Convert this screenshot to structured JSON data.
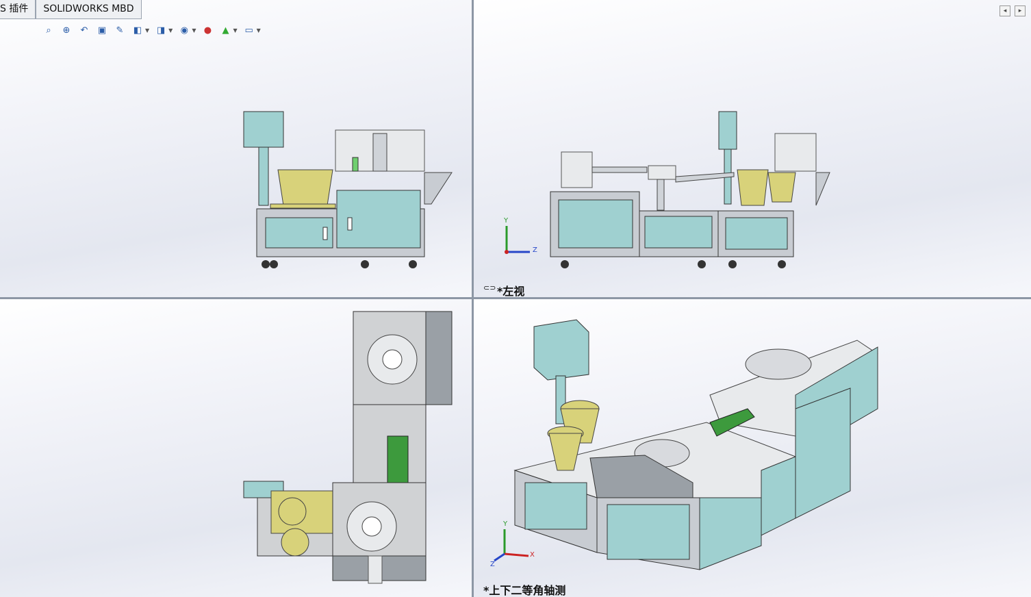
{
  "tabs": [
    "S 插件",
    "SOLIDWORKS MBD"
  ],
  "toolbar": {
    "icons": [
      "zoom-to-fit-icon",
      "zoom-to-area-icon",
      "previous-view-icon",
      "section-view-icon",
      "dynamic-annotation-icon",
      "view-orientation-icon",
      "display-style-icon",
      "hide-show-items-icon",
      "edit-appearance-icon",
      "apply-scene-icon",
      "view-settings-icon"
    ]
  },
  "views": {
    "top_left": {
      "label": ""
    },
    "top_right": {
      "label": "*左视"
    },
    "bottom_left": {
      "label": ""
    },
    "bottom_right": {
      "label": "*上下二等角轴测"
    }
  },
  "triad": {
    "y": "Y",
    "z": "Z",
    "x": "X"
  },
  "colors": {
    "cabinet": "#9fd0d0",
    "frame": "#c8ccd2",
    "feeder": "#d8d27a",
    "belt": "#3d9a3d",
    "plate": "#d0d2d4"
  }
}
